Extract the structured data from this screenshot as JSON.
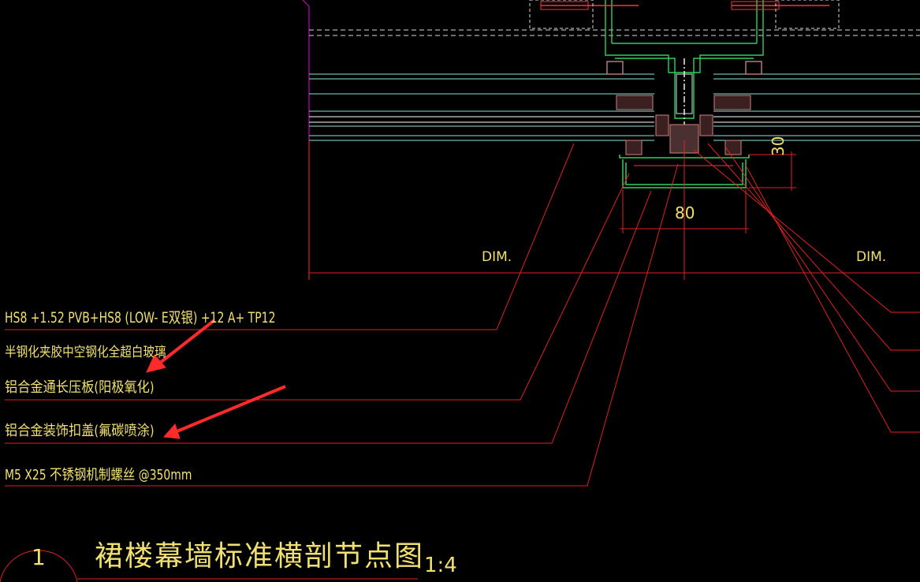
{
  "annotations": [
    "HS8 +1.52 PVB+HS8 (LOW- E双银) +12 A+ TP12",
    "半钢化夹胶中空钢化全超白玻璃",
    "铝合金通长压板(阳极氧化)",
    "铝合金装饰扣盖(氟碳喷涂)",
    "M5 X25 不锈钢机制螺丝 @350mm"
  ],
  "dimensions": {
    "dim_left": "DIM.",
    "dim_right": "DIM.",
    "width": "80",
    "height": "30"
  },
  "title": {
    "number": "1",
    "text": "裙楼幕墙标准横剖节点图",
    "scale": "1:4"
  },
  "colors": {
    "background": "#000000",
    "text": "#f0e070",
    "leader": "#e02020",
    "profile": "#2fd060",
    "glass": "#8fe0d8",
    "border": "#c000c0",
    "dashed": "#d8d8d8",
    "arrow": "#ff2a2a"
  }
}
